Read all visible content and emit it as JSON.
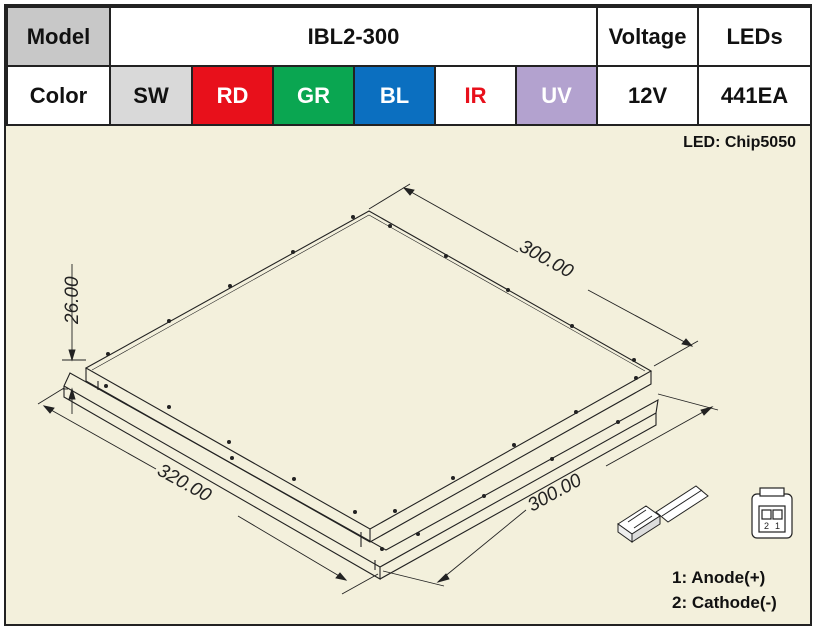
{
  "spec": {
    "model_label": "Model",
    "model_value": "IBL2-300",
    "voltage_label": "Voltage",
    "leds_label": "LEDs",
    "color_label": "Color",
    "colors": [
      {
        "code": "SW",
        "bg": "#d9d9d9",
        "fg": "#111111"
      },
      {
        "code": "RD",
        "bg": "#e8101b",
        "fg": "#ffffff"
      },
      {
        "code": "GR",
        "bg": "#0aa651",
        "fg": "#ffffff"
      },
      {
        "code": "BL",
        "bg": "#0b6fc0",
        "fg": "#ffffff"
      },
      {
        "code": "IR",
        "bg": "#ffffff",
        "fg": "#e8101b"
      },
      {
        "code": "UV",
        "bg": "#b3a2cf",
        "fg": "#ffffff"
      }
    ],
    "voltage_value": "12V",
    "leds_value": "441EA"
  },
  "drawing": {
    "led_type": "LED: Chip5050",
    "dimensions": {
      "height": "26.00",
      "top_depth": "300.00",
      "side_width": "300.00",
      "base_length": "320.00"
    },
    "pins": {
      "pin1": "1: Anode(+)",
      "pin2": "2: Cathode(-)",
      "connector_pin_labels": [
        "2",
        "1"
      ]
    }
  }
}
